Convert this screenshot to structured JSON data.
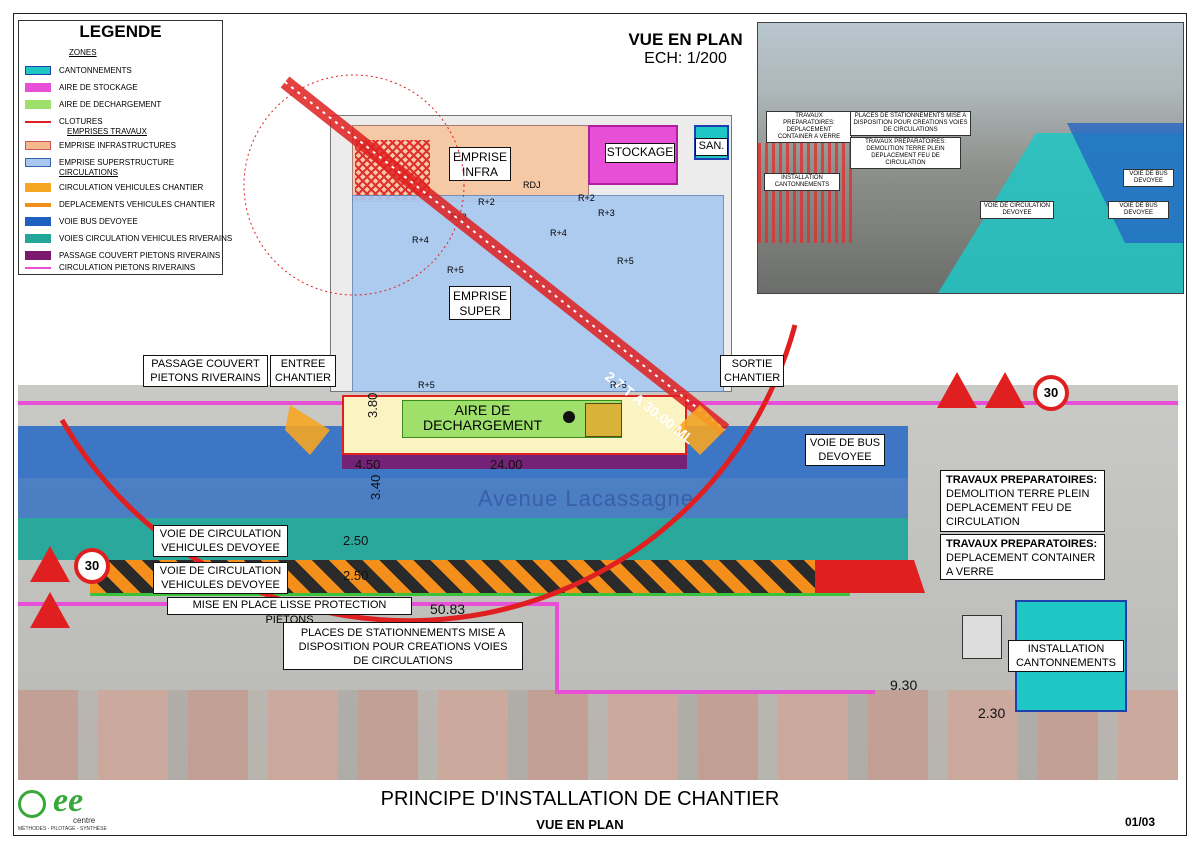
{
  "legend": {
    "title": "LEGENDE",
    "zones_label": "ZONES",
    "items": [
      {
        "label": "CANTONNEMENTS",
        "color": "#1ec7c4"
      },
      {
        "label": "AIRE DE STOCKAGE",
        "color": "#e64fd6"
      },
      {
        "label": "AIRE DE DECHARGEMENT",
        "color": "#9ee06a"
      },
      {
        "label": "CLOTURES",
        "color": "#e02020"
      },
      {
        "label": "EMPRISE INFRASTRUCTURES",
        "color": "#f5b98e"
      },
      {
        "label": "EMPRISE SUPERSTRUCTURE",
        "color": "#a8c8f0"
      },
      {
        "label": "CIRCULATION VEHICULES CHANTIER",
        "color": "#f5a623"
      },
      {
        "label": "DEPLACEMENTS VEHICULES CHANTIER",
        "color": "#f0901c"
      },
      {
        "label": "VOIE BUS DEVOYEE",
        "color": "#1f5fbf"
      },
      {
        "label": "VOIES CIRCULATION VEHICULES RIVERAINS",
        "color": "#24a59a"
      },
      {
        "label": "PASSAGE COUVERT PIETONS RIVERAINS",
        "color": "#7a1a6e"
      },
      {
        "label": "CIRCULATION PIETONS RIVERAINS",
        "color": "#e64fd6"
      }
    ],
    "sub_headers": {
      "emprises": "EMPRISES TRAVAUX",
      "circulations": "CIRCULATIONS"
    }
  },
  "header": {
    "title": "VUE EN PLAN",
    "scale": "ECH: 1/200"
  },
  "photo_labels": {
    "travaux_container": "TRAVAUX PREPARATOIRES: DEPLACEMENT CONTAINER A VERRE",
    "places": "PLACES DE STATIONNEMENTS MISE A DISPOSITION POUR CREATIONS VOIES DE CIRCULATIONS",
    "travaux_demolition": "TRAVAUX PREPARATOIRES: DEMOLITION TERRE PLEIN DEPLACEMENT FEU DE CIRCULATION",
    "installation": "INSTALLATION CANTONNEMENTS",
    "voie_bus": "VOIE DE BUS DEVOYEE",
    "voie_circulation": "VOIE DE CIRCULATION DEVOYEE"
  },
  "plan": {
    "emprise_infra": "EMPRISE INFRA",
    "emprise_super": "EMPRISE SUPER",
    "stockage": "STOCKAGE",
    "san": "SAN.",
    "rdj": "RDJ",
    "floors": [
      "R+2",
      "R+2",
      "R+3",
      "R+3",
      "R+4",
      "R+4",
      "R+5",
      "R+5",
      "R+5",
      "R+5"
    ],
    "crane": "2.7 T A 30.00 ML",
    "aire_dechargement": "AIRE DE DECHARGEMENT",
    "avenue": "Avenue Lacassagne",
    "speed": "30"
  },
  "callouts": {
    "passage_couvert": "PASSAGE COUVERT PIETONS RIVERAINS",
    "entree": "ENTREE CHANTIER",
    "sortie": "SORTIE CHANTIER",
    "voie_bus": "VOIE DE BUS DEVOYEE",
    "travaux1_title": "TRAVAUX PREPARATOIRES:",
    "travaux1_body": "DEMOLITION TERRE PLEIN DEPLACEMENT FEU DE CIRCULATION",
    "travaux2_title": "TRAVAUX PREPARATOIRES:",
    "travaux2_body": "DEPLACEMENT CONTAINER A VERRE",
    "voie_circ_1": "VOIE DE CIRCULATION VEHICULES DEVOYEE",
    "voie_circ_2": "VOIE DE CIRCULATION VEHICULES DEVOYEE",
    "lisse": "MISE EN PLACE LISSE PROTECTION PIETONS",
    "places": "PLACES DE STATIONNEMENTS MISE A DISPOSITION POUR CREATIONS VOIES DE CIRCULATIONS",
    "installation": "INSTALLATION CANTONNEMENTS"
  },
  "dimensions": {
    "d380": "3.80",
    "d450": "4.50",
    "d2400": "24.00",
    "d340": "3.40",
    "d250a": "2.50",
    "d250b": "2.50",
    "d5083": "50.83",
    "d930": "9.30",
    "d230": "2.30"
  },
  "footer": {
    "logo": "ee",
    "logo_sub": "centre",
    "logo_tagline": "MÉTHODES - PILOTAGE - SYNTHÈSE",
    "title": "PRINCIPE D'INSTALLATION DE CHANTIER",
    "subtitle": "VUE EN PLAN",
    "page": "01/03"
  }
}
